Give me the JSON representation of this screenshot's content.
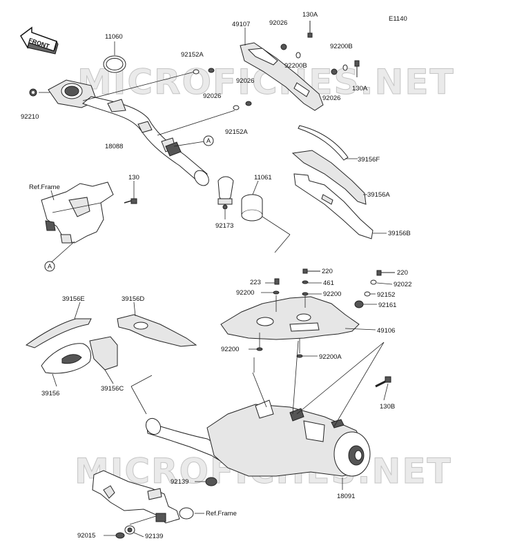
{
  "diagram_code": "E1140",
  "front_label": "FRONT",
  "watermark": "MICROFICHES.NET",
  "callout_A": "A",
  "labels": {
    "p11060": "11060",
    "p92210": "92210",
    "p92152A_1": "92152A",
    "p92026_1": "92026",
    "p49107": "49107",
    "p92026_2": "92026",
    "p130A_1": "130A",
    "p92200B_1": "92200B",
    "p92200B_2": "92200B",
    "p130A_2": "130A",
    "p92026_3": "92026",
    "p92026_4": "92026",
    "p92152A_2": "92152A",
    "p18088": "18088",
    "p39156F": "39156F",
    "p39156A": "39156A",
    "p39156B": "39156B",
    "p_ref_frame_1": "Ref.Frame",
    "p130": "130",
    "p11061": "11061",
    "p92173": "92173",
    "p220_1": "220",
    "p223": "223",
    "p461": "461",
    "p220_2": "220",
    "p92022": "92022",
    "p92200_1": "92200",
    "p92200_2": "92200",
    "p92152": "92152",
    "p92161": "92161",
    "p39156E": "39156E",
    "p39156D": "39156D",
    "p49106": "49106",
    "p92200_3": "92200",
    "p92200A": "92200A",
    "p39156": "39156",
    "p39156C": "39156C",
    "p130B": "130B",
    "p92139_1": "92139",
    "p18091": "18091",
    "p_ref_frame_2": "Ref.Frame",
    "p92015": "92015",
    "p92139_2": "92139"
  }
}
